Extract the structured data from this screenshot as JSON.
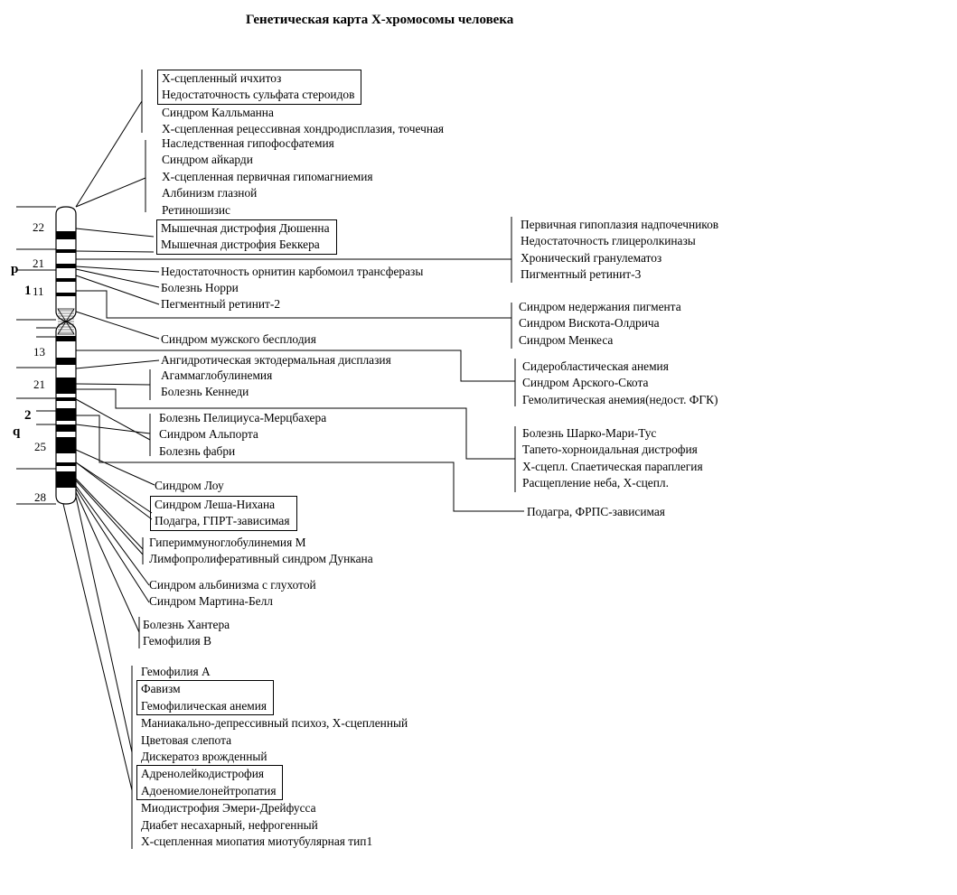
{
  "title": "Генетическая карта Х-хромосомы человека",
  "chromosome": {
    "arm_p": "p",
    "arm_q": "q",
    "region_p": "1",
    "region_q": "2",
    "bands": [
      "22",
      "21",
      "11",
      "13",
      "21",
      "25",
      "28"
    ]
  },
  "left_groups": [
    {
      "boxed": [
        "Х-сцепленный ичхитоз",
        "Недостаточность сульфата стероидов"
      ],
      "plain": [
        "Синдром Калльманна",
        "Х-сцепленная рецессивная  хондродисплазия, точечная"
      ]
    },
    {
      "boxed": [],
      "plain": [
        "Наследственная гипофосфатемия",
        "Синдром айкарди",
        "Х-сцепленная первичная гипомагниемия",
        "Албинизм глазной",
        "Ретиношизис"
      ]
    },
    {
      "boxed": [
        "Мышечная дистрофия Дюшенна",
        "Мышечная дистрофия Беккера"
      ],
      "plain": []
    },
    {
      "boxed": [],
      "plain": [
        "Недостаточность орнитин карбомоил трансферазы"
      ]
    },
    {
      "boxed": [],
      "plain": [
        "Болезнь Норри",
        "Пегментный ретинит-2"
      ]
    },
    {
      "boxed": [],
      "plain": [
        "Синдром мужского бесплодия"
      ]
    },
    {
      "boxed": [],
      "plain": [
        "Ангидротическая эктодермальная дисплазия"
      ]
    },
    {
      "boxed": [],
      "plain": [
        "Агаммаглобулинемия",
        "Болезнь Кеннеди"
      ]
    },
    {
      "boxed": [],
      "plain": [
        "Болезнь Пелициуса-Мерцбахера",
        "Синдром Альпорта",
        "Болезнь фабри"
      ]
    },
    {
      "boxed": [],
      "plain": [
        "Синдром Лоу"
      ]
    },
    {
      "boxed": [
        "Синдром Леша-Нихана",
        "Подагра, ГПРТ-зависимая"
      ],
      "plain": []
    },
    {
      "boxed": [],
      "plain": [
        "Гипериммуноглобулинемия М",
        "Лимфопролиферативный синдром Дункана"
      ]
    },
    {
      "boxed": [],
      "plain": [
        "Синдром альбинизма с глухотой",
        "Синдром Мартина-Белл"
      ]
    },
    {
      "boxed": [],
      "plain": [
        "Болезнь Хантера",
        "Гемофилия В"
      ]
    }
  ],
  "bottom_group": [
    {
      "text": "Гемофилия А",
      "boxed": false
    },
    {
      "text": "Фавизм",
      "boxed": true,
      "box": "a"
    },
    {
      "text": "Гемофилическая анемия",
      "boxed": true,
      "box": "a"
    },
    {
      "text": "Маниакально-депрессивный психоз, Х-сцепленный",
      "boxed": false
    },
    {
      "text": "Цветовая слепота",
      "boxed": false
    },
    {
      "text": "Дискератоз врожденный",
      "boxed": false
    },
    {
      "text": "Адренолейкодистрофия",
      "boxed": true,
      "box": "b"
    },
    {
      "text": "Адоеномиелонейтропатия",
      "boxed": true,
      "box": "b"
    },
    {
      "text": "Миодистрофия Эмери-Дрейфусса",
      "boxed": false
    },
    {
      "text": "Диабет несахарный, нефрогенный",
      "boxed": false
    },
    {
      "text": "Х-сцепленная миопатия миотубулярная тип1",
      "boxed": false
    }
  ],
  "right_groups": [
    [
      "Первичная гипоплазия надпочечников",
      "Недостаточность глицеролкиназы",
      "Хронический гранулематоз",
      "Пигментный ретинит-3"
    ],
    [
      "Синдром недержания пигмента",
      "Синдром Вискота-Олдрича",
      "Синдром Менкеса"
    ],
    [
      "Сидеробластическая анемия",
      "Синдром Арского-Скота",
      "Гемолитическая анемия(недост. ФГК)"
    ],
    [
      "Болезнь Шарко-Мари-Тус",
      "Тапето-хорноидальная дистрофия",
      "Х-сцепл. Спаетическая параплегия",
      "Расщепление неба, Х-сцепл."
    ],
    [
      "Подагра, ФРПС-зависимая"
    ]
  ]
}
